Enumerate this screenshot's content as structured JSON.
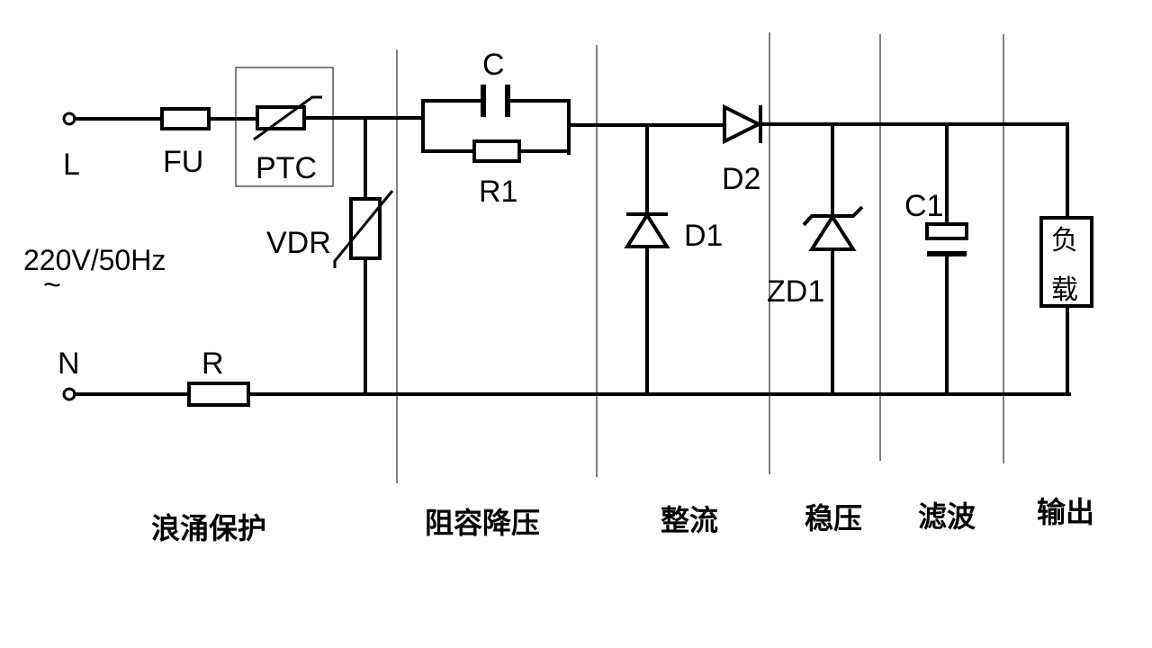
{
  "labels": {
    "L": "L",
    "N": "N",
    "FU": "FU",
    "PTC": "PTC",
    "VDR": "VDR",
    "R": "R",
    "C": "C",
    "R1": "R1",
    "D1": "D1",
    "D2": "D2",
    "ZD1": "ZD1",
    "C1": "C1",
    "supply": "220V/50Hz",
    "ac_symbol": "~",
    "load_line1": "负",
    "load_line2": "载"
  },
  "sections": [
    {
      "label": "浪涌保护"
    },
    {
      "label": "阻容降压"
    },
    {
      "label": "整流"
    },
    {
      "label": "稳压"
    },
    {
      "label": "滤波"
    },
    {
      "label": "输出"
    }
  ]
}
